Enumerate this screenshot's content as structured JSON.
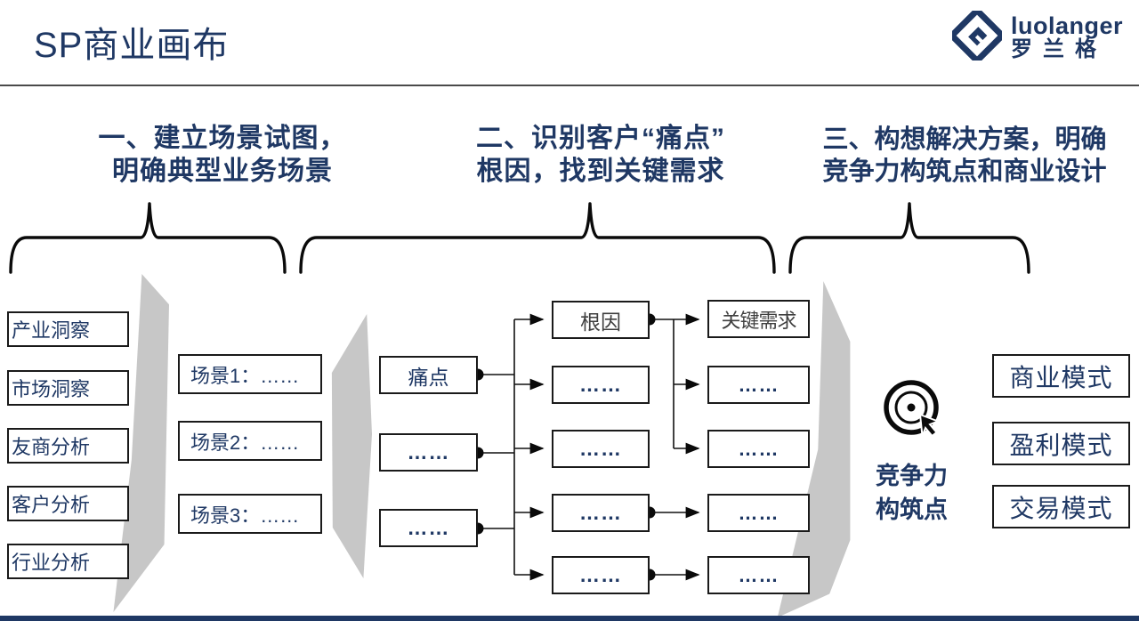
{
  "slide": {
    "title": "SP商业画布",
    "colors": {
      "navy_accent": "#1F3864",
      "panel_gray": "#C7C7C7",
      "box_border": "#1A1A1A",
      "neutral_text": "#3F3F3F"
    },
    "icons": {
      "logo": "diamond-g-logo-icon",
      "competitiveness": "target-bullseye-cursor-icon"
    }
  },
  "logo": {
    "brand": "luolanger",
    "brand_cn": "罗兰格"
  },
  "sections": [
    {
      "title_line1": "一、建立场景试图，",
      "title_line2": "明确典型业务场景"
    },
    {
      "title_line1": "二、识别客户“痛点”",
      "title_line2": "根因，找到关键需求"
    },
    {
      "title_line1": "三、构想解决方案，明确",
      "title_line2": "竞争力构筑点和商业设计"
    }
  ],
  "analysis_boxes": [
    "产业洞察",
    "市场洞察",
    "友商分析",
    "客户分析",
    "行业分析"
  ],
  "scenario_boxes": [
    "场景1：……",
    "场景2：……",
    "场景3：……"
  ],
  "painpoint_column": [
    "痛点",
    "……",
    "……"
  ],
  "rootcause_column": [
    "根因",
    "……",
    "……",
    "……",
    "……"
  ],
  "keyneed_column": [
    "关键需求",
    "……",
    "……",
    "……",
    "……"
  ],
  "competitiveness": {
    "label_line1": "竞争力",
    "label_line2": "构筑点"
  },
  "model_boxes": [
    "商业模式",
    "盈利模式",
    "交易模式"
  ]
}
